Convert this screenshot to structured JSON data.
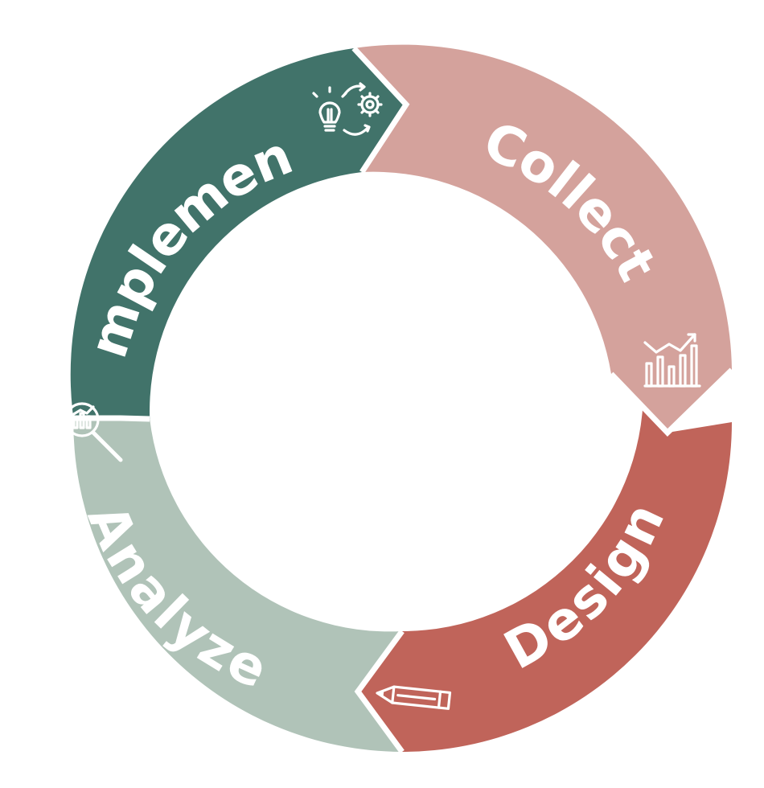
{
  "diagram": {
    "segments": [
      {
        "label": "Collect",
        "color": "#d4a29c",
        "icon": "bar-chart-trend-icon"
      },
      {
        "label": "Design",
        "color": "#c0645a",
        "icon": "pencil-icon"
      },
      {
        "label": "Analyze",
        "color": "#b0c3b8",
        "icon": "magnifier-chart-icon"
      },
      {
        "label": "Implement",
        "color": "#41736a",
        "icon": "lightbulb-gear-cycle-icon"
      }
    ]
  }
}
